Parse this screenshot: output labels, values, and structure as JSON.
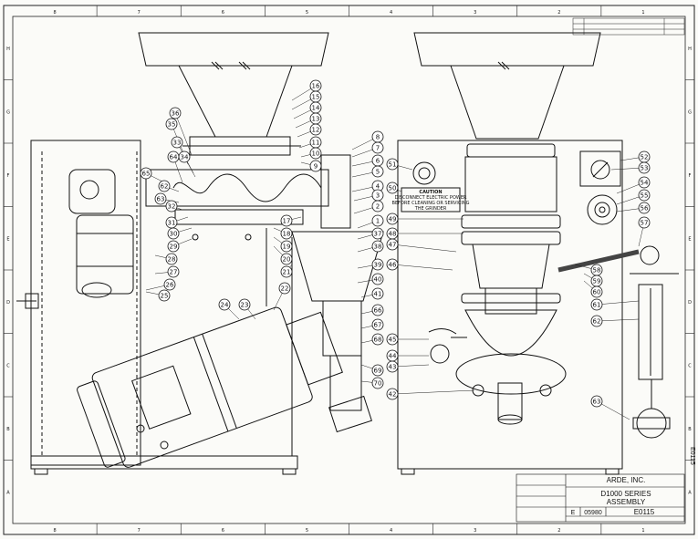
{
  "zones_top": [
    "8",
    "7",
    "6",
    "5",
    "4",
    "3",
    "2",
    "1"
  ],
  "zones_side": [
    "H",
    "G",
    "F",
    "E",
    "D",
    "C",
    "B",
    "A"
  ],
  "title_block": {
    "company": "ARDE, INC.",
    "title_line1": "D1000 SERIES",
    "title_line2": "ASSEMBLY",
    "code": "05980",
    "size": "E",
    "drawing_no": "E0115",
    "side_stamp": "E0115"
  },
  "caution": {
    "line1": "CAUTION",
    "line2": "DISCONNECT ELECTRIC POWER",
    "line3": "BEFORE CLEANING OR SERVICING",
    "line4": "THE GRINDER"
  },
  "balloons_left": [
    "36",
    "35",
    "33",
    "34",
    "64",
    "65",
    "62",
    "63",
    "32",
    "31",
    "30",
    "29",
    "28",
    "27",
    "26",
    "25",
    "24",
    "23",
    "22",
    "21",
    "20",
    "19",
    "18",
    "17",
    "16",
    "15",
    "14",
    "13",
    "12",
    "11",
    "10",
    "9",
    "8",
    "7",
    "6",
    "5",
    "4",
    "3",
    "2",
    "1",
    "37",
    "38",
    "39",
    "40",
    "41",
    "66",
    "67",
    "68",
    "69",
    "70"
  ],
  "balloons_right": [
    "51",
    "50",
    "49",
    "48",
    "47",
    "46",
    "45",
    "44",
    "43",
    "42",
    "52",
    "53",
    "54",
    "55",
    "56",
    "57",
    "58",
    "59",
    "60",
    "61",
    "62",
    "63"
  ]
}
